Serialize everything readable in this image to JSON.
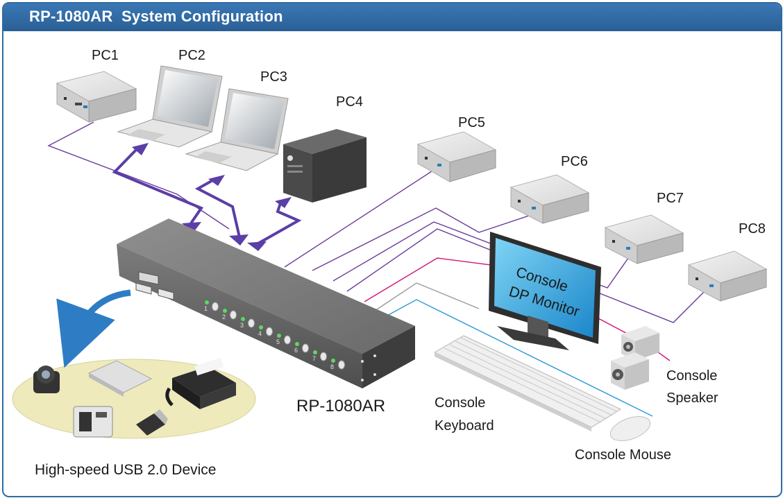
{
  "header": {
    "title": "RP-1080AR  System Configuration"
  },
  "device": {
    "name": "RP-1080AR"
  },
  "pcs": [
    "PC1",
    "PC2",
    "PC3",
    "PC4",
    "PC5",
    "PC6",
    "PC7",
    "PC8"
  ],
  "port_numbers": [
    "1",
    "2",
    "3",
    "4",
    "5",
    "6",
    "7",
    "8"
  ],
  "console": {
    "monitor_line1": "Console",
    "monitor_line2": "DP Monitor",
    "keyboard_line1": "Console",
    "keyboard_line2": "Keyboard",
    "speaker_line1": "Console",
    "speaker_line2": "Speaker",
    "mouse": "Console Mouse"
  },
  "usb": {
    "label": "High-speed USB 2.0 Device"
  },
  "colors": {
    "title_bar": "#2f6aa3",
    "pc_link": "#6a3a9a",
    "usb_arrow": "#5b3ea6",
    "video_link": "#d0137a",
    "keyboard_link": "#9a9a9a",
    "mouse_link": "#2a9ad6",
    "curve_arrow": "#2e7dc4",
    "usb_ellipse": "#eeeabb"
  }
}
